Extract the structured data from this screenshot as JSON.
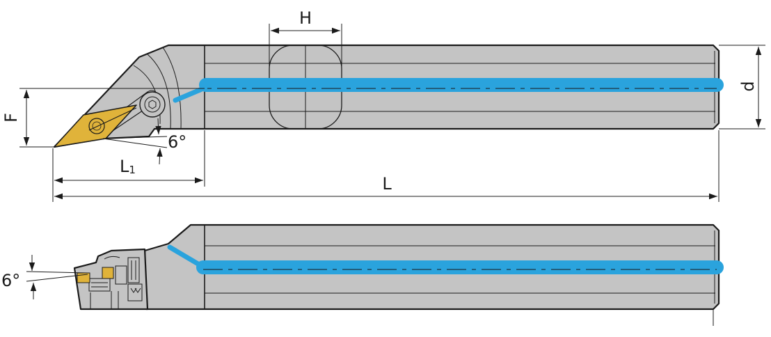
{
  "colors": {
    "body": "#c4c4c4",
    "outline": "#1a1a1a",
    "coolant": "#2aa3dd",
    "insert": "#e0b33a"
  },
  "labels": {
    "H": "H",
    "d": "d",
    "F": "F",
    "L1_main": "L",
    "L1_sub": "1",
    "L": "L",
    "angle_top": "6°",
    "angle_bottom": "6°"
  }
}
